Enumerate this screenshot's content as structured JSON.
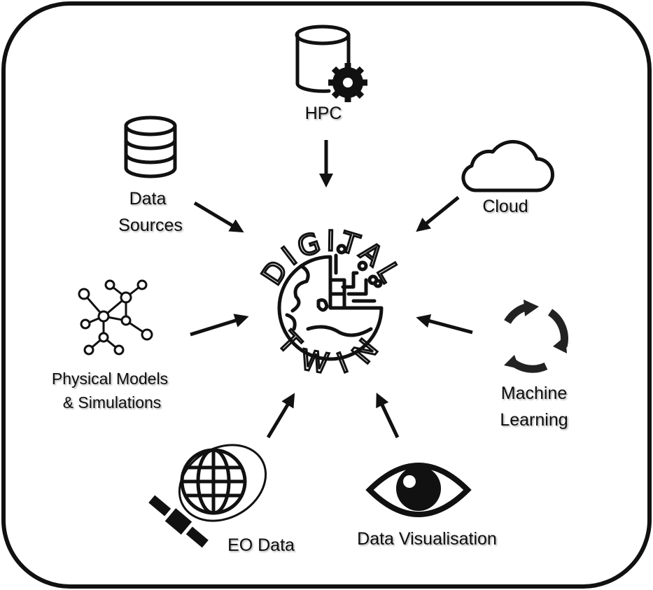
{
  "center": {
    "title_top": "DIGITAL",
    "title_bottom": "TWIN"
  },
  "nodes": {
    "hpc": {
      "label": "HPC",
      "icon": "database-gear-icon"
    },
    "data_sources": {
      "label_line1": "Data",
      "label_line2": "Sources",
      "icon": "database-icon"
    },
    "cloud": {
      "label": "Cloud",
      "icon": "cloud-icon"
    },
    "physical_models": {
      "label_line1": "Physical Models",
      "label_line2": "& Simulations",
      "icon": "network-graph-icon"
    },
    "machine_learning": {
      "label_line1": "Machine",
      "label_line2": "Learning",
      "icon": "cycle-arrows-icon"
    },
    "eo_data": {
      "label": "EO Data",
      "icon": "satellite-globe-icon"
    },
    "data_visualisation": {
      "label": "Data Visualisation",
      "icon": "eye-icon"
    }
  }
}
